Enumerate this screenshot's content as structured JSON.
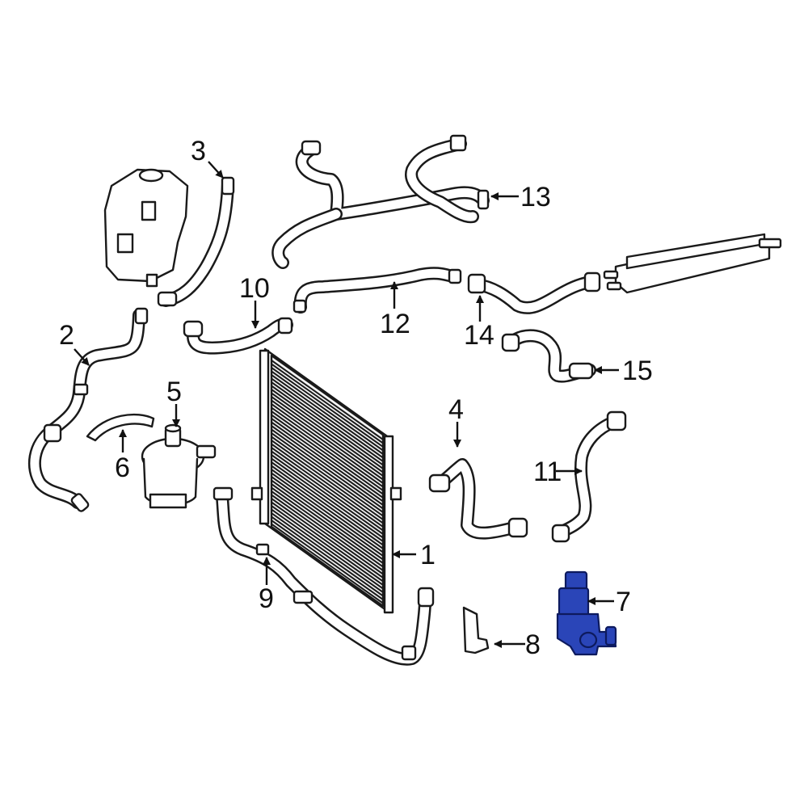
{
  "diagram": {
    "highlight_color": "#2a45b8",
    "line_color": "#1a1a1a",
    "callouts": [
      {
        "id": "1",
        "label": "1"
      },
      {
        "id": "2",
        "label": "2"
      },
      {
        "id": "3",
        "label": "3"
      },
      {
        "id": "4",
        "label": "4"
      },
      {
        "id": "5",
        "label": "5"
      },
      {
        "id": "6",
        "label": "6"
      },
      {
        "id": "7",
        "label": "7"
      },
      {
        "id": "8",
        "label": "8"
      },
      {
        "id": "9",
        "label": "9"
      },
      {
        "id": "10",
        "label": "10"
      },
      {
        "id": "11",
        "label": "11"
      },
      {
        "id": "12",
        "label": "12"
      },
      {
        "id": "13",
        "label": "13"
      },
      {
        "id": "14",
        "label": "14"
      },
      {
        "id": "15",
        "label": "15"
      }
    ],
    "highlighted_part": "7"
  }
}
